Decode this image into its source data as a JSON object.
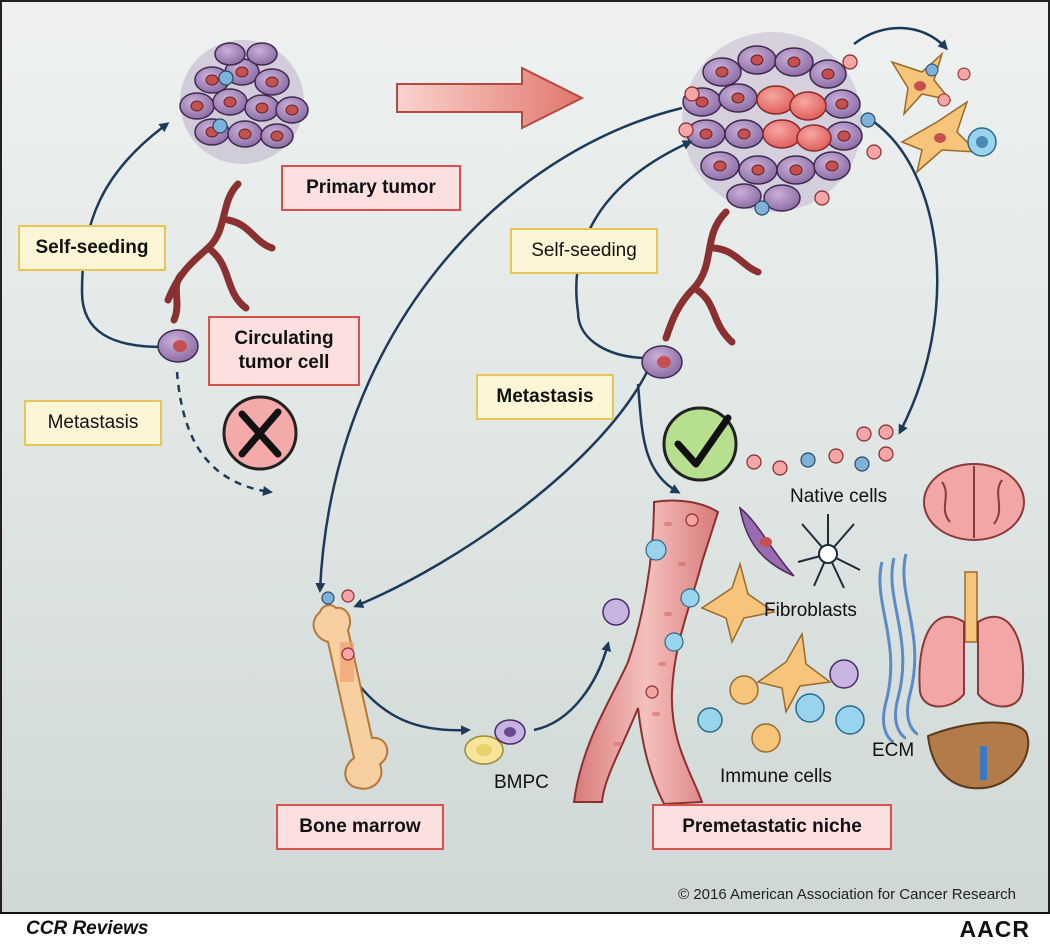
{
  "labels": {
    "primary_tumor": "Primary tumor",
    "self_seeding_left": "Self-seeding",
    "circulating_tumor_cell": "Circulating tumor cell",
    "metastasis_left": "Metastasis",
    "self_seeding_right": "Self-seeding",
    "metastasis_right": "Metastasis",
    "native_cells": "Native cells",
    "fibroblasts": "Fibroblasts",
    "ecm": "ECM",
    "immune_cells": "Immune cells",
    "bmpc": "BMPC",
    "bone_marrow": "Bone marrow",
    "premetastatic_niche": "Premetastatic niche"
  },
  "footer": {
    "copyright": "© 2016 American Association for Cancer Research",
    "journal": "CCR Reviews",
    "publisher": "AACR"
  },
  "colors": {
    "red_box_fill": "#fbe0df",
    "red_box_border": "#d8514d",
    "yellow_box_fill": "#fdf6d6",
    "yellow_box_border": "#e8c558",
    "arrow": "#1d3a5a",
    "tumor_cell": "#9a7bb0",
    "vessel": "#e9a0a0"
  },
  "icons": {
    "blocked": "x-mark-icon",
    "allowed": "check-mark-icon"
  }
}
